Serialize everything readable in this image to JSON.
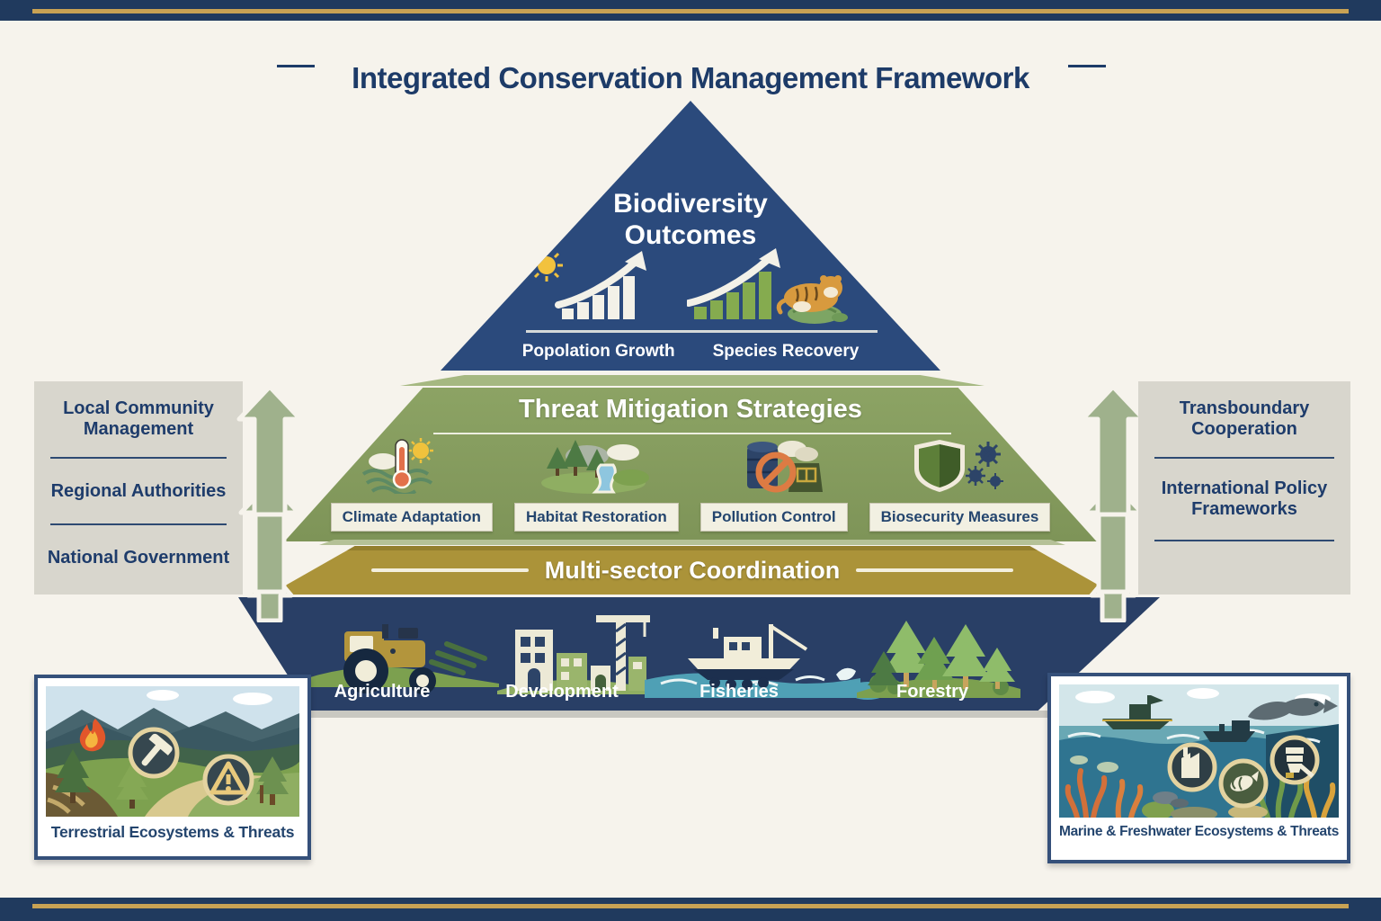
{
  "page": {
    "title": "Integrated Conservation Management Framework"
  },
  "pyramid": {
    "top": {
      "title_line1": "Biodiversity",
      "title_line2": "Outcomes",
      "items": [
        {
          "label": "Popolation Growth",
          "icon": "sun-growth-chart-icon"
        },
        {
          "label": "Species Recovery",
          "icon": "species-recovery-chart-icon"
        }
      ]
    },
    "middle": {
      "title": "Threat Mitigation Strategies",
      "items": [
        {
          "label": "Climate Adaptation",
          "icon": "thermometer-sun-icon"
        },
        {
          "label": "Habitat Restoration",
          "icon": "forest-river-icon"
        },
        {
          "label": "Pollution Control",
          "icon": "barrel-prohibition-icon"
        },
        {
          "label": "Biosecurity Measures",
          "icon": "shield-virus-icon"
        }
      ]
    },
    "band": {
      "title": "Multi-sector Coordination"
    },
    "base": {
      "sectors": [
        {
          "label": "Agriculture",
          "icon": "tractor-icon"
        },
        {
          "label": "Development",
          "icon": "buildings-crane-icon"
        },
        {
          "label": "Fisheries",
          "icon": "fishing-boat-icon"
        },
        {
          "label": "Forestry",
          "icon": "pine-trees-icon"
        }
      ]
    }
  },
  "left_panel": {
    "items": [
      "Local Community Management",
      "Regional Authorities",
      "National Government"
    ],
    "icon": "up-arrows-icon"
  },
  "right_panel": {
    "items": [
      "Transboundary Cooperation",
      "International Policy Frameworks"
    ],
    "icon": "up-arrows-icon"
  },
  "bottom_left_card": {
    "caption": "Terrestrial Ecosystems & Threats",
    "icons": [
      "flame-icon",
      "axe-badge-icon",
      "warning-badge-icon"
    ]
  },
  "bottom_right_card": {
    "caption": "Marine & Freshwater Ecosystems & Threats",
    "icons": [
      "boat-icon",
      "smoke-fish-icon",
      "factory-badge-icon",
      "fish-badge-icon",
      "trash-badge-icon"
    ]
  },
  "colors": {
    "navy": "#2b4a7c",
    "navy_dark": "#203a5e",
    "green": "#879c60",
    "gold": "#ab9339",
    "gold_accent": "#c8a254",
    "cream": "#f6f3ec",
    "panel_gray": "#d8d6cd",
    "arrow_sage": "#9fb18c",
    "text_navy": "#1d3b68"
  }
}
